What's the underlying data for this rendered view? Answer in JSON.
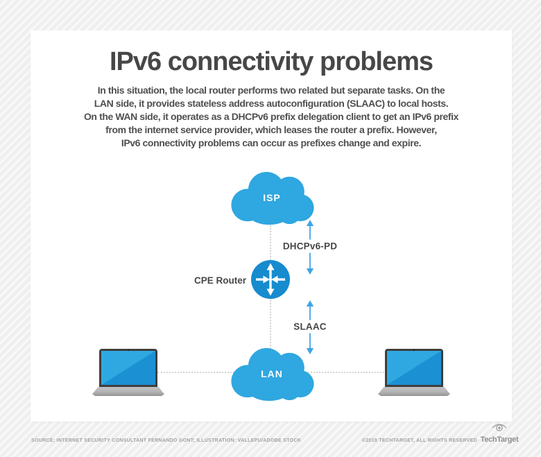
{
  "page": {
    "title": "IPv6 connectivity problems",
    "intro_lines": [
      "In this situation, the local router performs two related but separate tasks. On the",
      "LAN side, it provides stateless address autoconfiguration (SLAAC) to local hosts.",
      "On the WAN side, it operates as a DHCPv6 prefix delegation client to get an IPv6 prefix",
      "from the internet service provider, which leases the router a prefix. However,",
      "IPv6 connectivity problems can occur as prefixes change and expire."
    ]
  },
  "diagram": {
    "isp_label": "ISP",
    "lan_label": "LAN",
    "router_label": "CPE Router",
    "wan_link_label": "DHCPv6-PD",
    "lan_link_label": "SLAAC",
    "icons": {
      "isp": "cloud-icon",
      "lan": "cloud-icon",
      "router": "router-crossed-arrows-icon",
      "hosts": "laptop-icon"
    }
  },
  "footer": {
    "source_credit": "SOURCE: INTERNET SECURITY CONSULTANT FERNANDO GONT; ILLUSTRATION: VALLEPU/ADOBE STOCK",
    "copyright": "©2019 TECHTARGET, ALL RIGHTS RESERVED",
    "brand": "TechTarget"
  },
  "colors": {
    "cloud_blue": "#2fa7e0",
    "router_blue": "#168bce",
    "arrow_blue": "#41a5e5",
    "laptop_screen_light": "#2fa8e1",
    "laptop_screen_dark": "#1b91d4",
    "heading_gray": "#474747",
    "footer_gray": "#a2a2a2"
  }
}
